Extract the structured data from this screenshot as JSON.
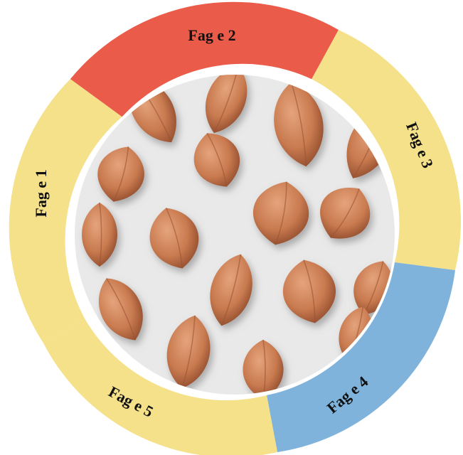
{
  "segments": [
    {
      "label": "Fag e 1",
      "color": "#f5e18a"
    },
    {
      "label": "Fag e 2",
      "color": "#eb5b4a"
    },
    {
      "label": "Fag e 3",
      "color": "#f5e18a"
    },
    {
      "label": "Fag e 4",
      "color": "#7fb3db"
    },
    {
      "label": "Fag e 5",
      "color": "#f5e18a"
    }
  ],
  "center_image": {
    "subject": "buckwheat-seeds",
    "seed_color": "#c97a4f",
    "background_color": "#e9e9e9"
  }
}
